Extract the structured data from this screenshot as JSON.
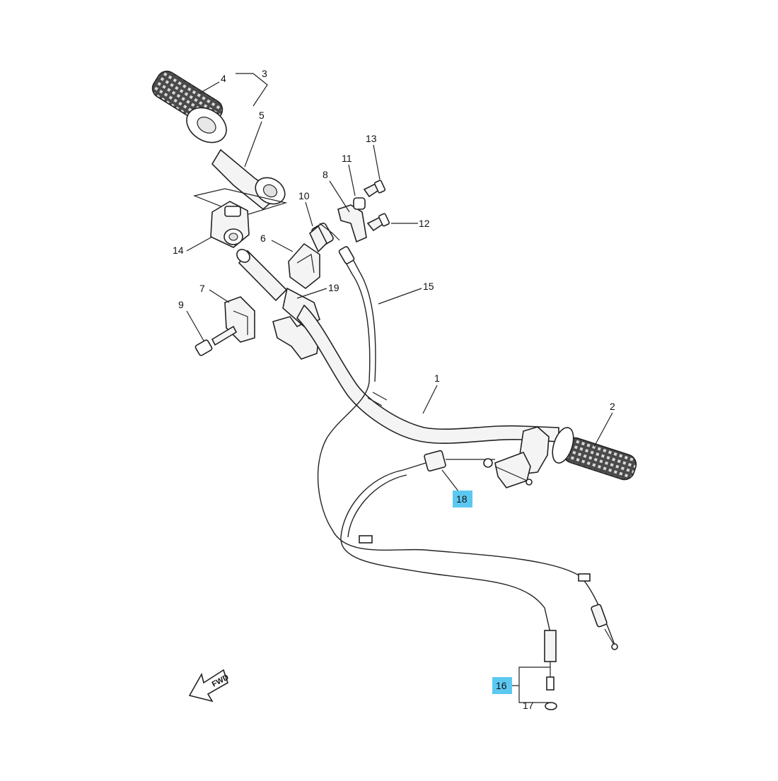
{
  "diagram": {
    "callouts": [
      "1",
      "2",
      "3",
      "4",
      "5",
      "6",
      "7",
      "8",
      "9",
      "10",
      "11",
      "12",
      "13",
      "14",
      "15",
      "16",
      "17",
      "18",
      "19"
    ],
    "highlighted": [
      "16",
      "18"
    ],
    "highlight_color": "#5cc8f2",
    "fwd_label": "FWD"
  }
}
